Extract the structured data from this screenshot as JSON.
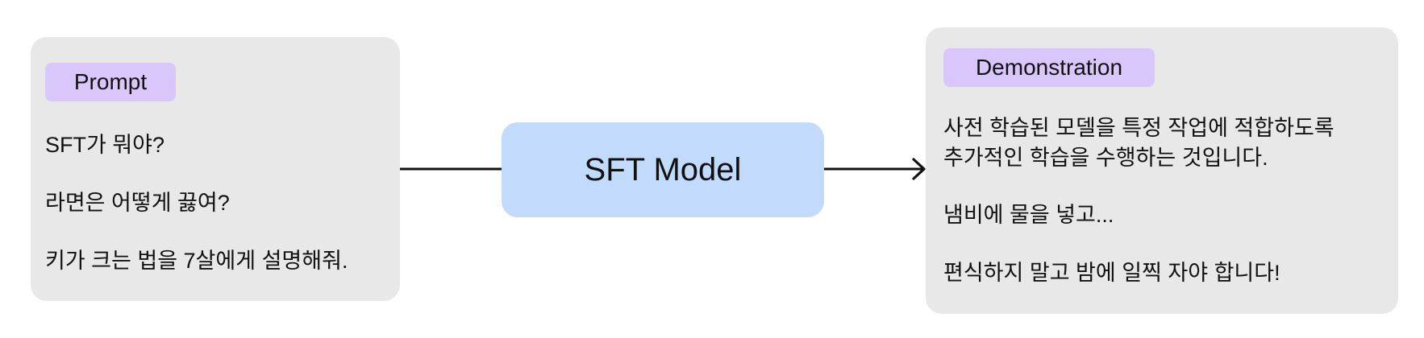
{
  "prompt": {
    "tag": "Prompt",
    "lines": [
      "SFT가 뭐야?",
      "라면은 어떻게 끓여?",
      "키가 크는 법을 7살에게 설명해줘."
    ]
  },
  "model": {
    "label": "SFT Model"
  },
  "demonstration": {
    "tag": "Demonstration",
    "answer1": [
      "사전 학습된 모델을 특정 작업에 적합하도록",
      "추가적인 학습을 수행하는 것입니다."
    ],
    "answer2": "냄비에 물을 넣고...",
    "answer3": "편식하지 말고 밤에 일찍 자야 합니다!"
  },
  "colors": {
    "panel_background": "#e8e8e8",
    "tag_background": "#d9c6fb",
    "model_background": "#c2dafb",
    "line": "#111111"
  }
}
